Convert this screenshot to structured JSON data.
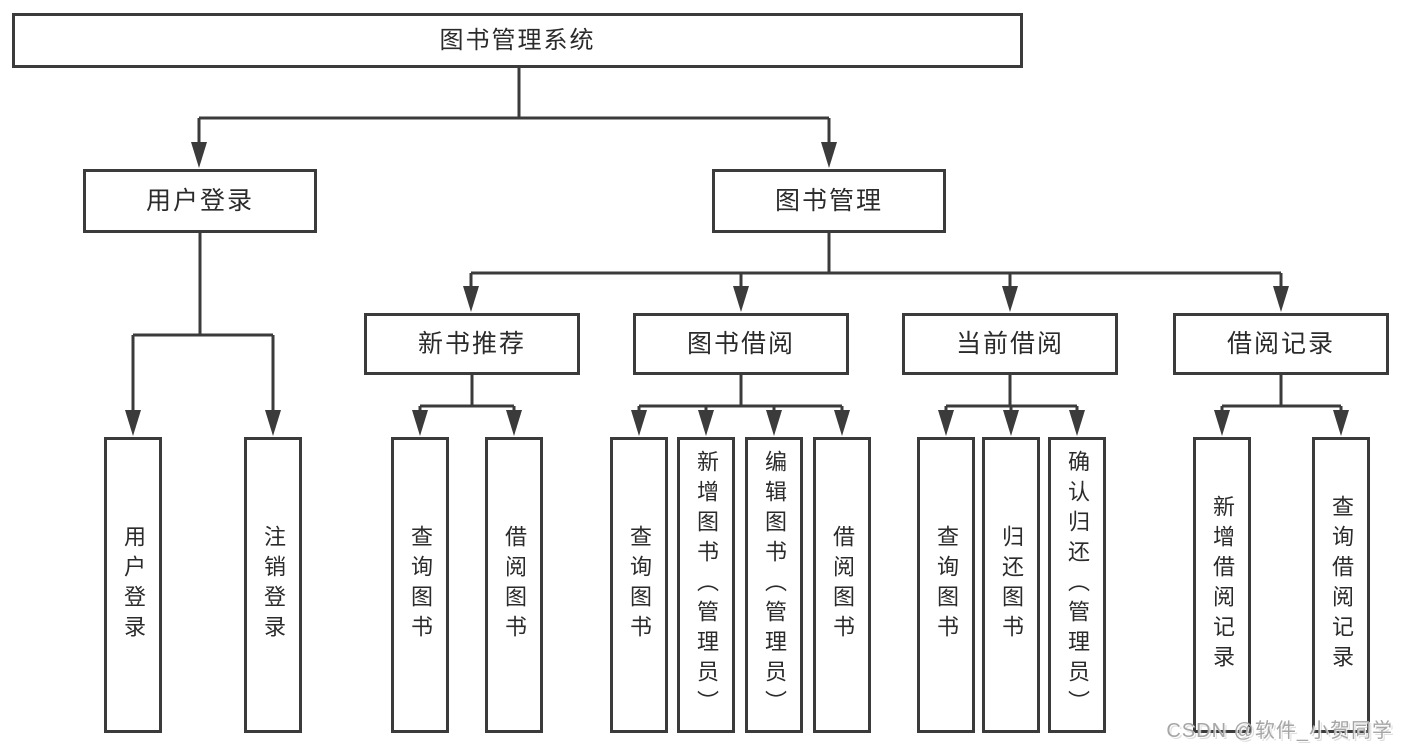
{
  "diagram": {
    "root": "图书管理系统",
    "level2": {
      "user_login": "用户登录",
      "book_management": "图书管理"
    },
    "level3": {
      "new_book_recommend": "新书推荐",
      "book_borrow": "图书借阅",
      "current_borrow": "当前借阅",
      "borrow_records": "借阅记录"
    },
    "leaves": {
      "user_login": [
        "用户登录",
        "注销登录"
      ],
      "new_book_recommend": [
        "查询图书",
        "借阅图书"
      ],
      "book_borrow": [
        "查询图书",
        "新增图书（管理员）",
        "编辑图书（管理员）",
        "借阅图书"
      ],
      "current_borrow": [
        "查询图书",
        "归还图书",
        "确认归还（管理员）"
      ],
      "borrow_records": [
        "新增借阅记录",
        "查询借阅记录"
      ]
    }
  },
  "watermark": "CSDN @软件_小贺同学",
  "colors": {
    "line": "#3b3b3b",
    "box_border": "#3b3b3b",
    "box_fill": "#ffffff",
    "text": "#2b2b2b",
    "watermark": "#a6a6a6"
  }
}
